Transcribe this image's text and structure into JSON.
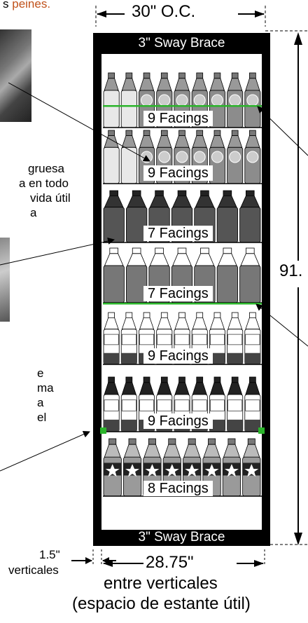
{
  "header": {
    "partial": "s",
    "accent": "peines.",
    "accent_color": "#c0521b"
  },
  "dimensions": {
    "top_width": "30\" O.C.",
    "height_partial": "91.",
    "upright_width": "1.5\"",
    "upright_label": "verticales",
    "inner_width": "28.75\"",
    "inner_line1": "entre verticales",
    "inner_line2": "(espacio de estante útil)"
  },
  "braces": {
    "top": "3\" Sway Brace",
    "bottom": "3\" Sway Brace"
  },
  "left_notes": {
    "note1": [
      "gruesa",
      "a en todo",
      "vida útil",
      "a"
    ],
    "note2": [
      "e",
      "ma",
      "a",
      "el"
    ]
  },
  "shelves": [
    {
      "facings": "9 Facings",
      "count": 9,
      "style": "water-g",
      "divider_color": "#2bb52b"
    },
    {
      "facings": "9 Facings",
      "count": 9,
      "style": "water-g",
      "divider_color": "#2bb52b"
    },
    {
      "facings": "7 Facings",
      "count": 7,
      "style": "sport-dark",
      "divider_color": "#2bb52b"
    },
    {
      "facings": "7 Facings",
      "count": 7,
      "style": "sport-light",
      "divider_color": "#2bb52b"
    },
    {
      "facings": "9 Facings",
      "count": 9,
      "style": "tea-cap",
      "divider_color": "#2bb52b"
    },
    {
      "facings": "9 Facings",
      "count": 9,
      "style": "tea-label",
      "divider_color": "#2bb52b"
    },
    {
      "facings": "8 Facings",
      "count": 8,
      "style": "star",
      "divider_color": "#2bb52b"
    }
  ],
  "colors": {
    "frame": "#000000",
    "green": "#2bb52b",
    "accent": "#c0521b"
  }
}
